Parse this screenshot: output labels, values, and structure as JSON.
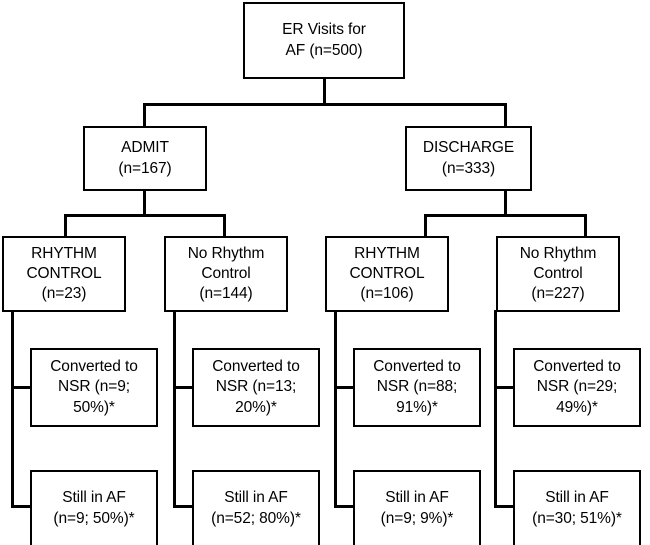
{
  "figure": {
    "type": "flowchart",
    "orientation": "top-down",
    "title_text": "",
    "footnote_marker": "*",
    "line_color": "#000000",
    "box_fill": "#ffffff",
    "text_color": "#000000"
  },
  "nodes": {
    "root": {
      "label": "ER Visits for\nAF (n=500)",
      "count": 500,
      "level": 1
    },
    "admit": {
      "label": "ADMIT\n(n=167)",
      "count": 167,
      "level": 2
    },
    "discharge": {
      "label": "DISCHARGE\n(n=333)",
      "count": 333,
      "level": 2
    },
    "admit_rhythm": {
      "label": "RHYTHM\nCONTROL\n(n=23)",
      "count": 23,
      "level": 3
    },
    "admit_no_rhythm": {
      "label": "No Rhythm\nControl\n(n=144)",
      "count": 144,
      "level": 3
    },
    "discharge_rhythm": {
      "label": "RHYTHM\nCONTROL\n(n=106)",
      "count": 106,
      "level": 3
    },
    "discharge_no_rhythm": {
      "label": "No Rhythm\nControl\n(n=227)",
      "count": 227,
      "level": 3
    },
    "admit_rhythm_nsr": {
      "label": "Converted to\nNSR (n=9;\n50%)*",
      "count": 9,
      "percent": 50,
      "level": 4
    },
    "admit_no_rhythm_nsr": {
      "label": "Converted to\nNSR (n=13;\n20%)*",
      "count": 13,
      "percent": 20,
      "level": 4
    },
    "discharge_rhythm_nsr": {
      "label": "Converted to\nNSR (n=88;\n91%)*",
      "count": 88,
      "percent": 91,
      "level": 4
    },
    "discharge_no_rhythm_nsr": {
      "label": "Converted to\nNSR (n=29;\n49%)*",
      "count": 29,
      "percent": 49,
      "level": 4
    },
    "admit_rhythm_af": {
      "label": "Still in AF\n(n=9; 50%)*",
      "count": 9,
      "percent": 50,
      "level": 5
    },
    "admit_no_rhythm_af": {
      "label": "Still in AF\n(n=52; 80%)*",
      "count": 52,
      "percent": 80,
      "level": 5
    },
    "discharge_rhythm_af": {
      "label": "Still in AF\n(n=9; 9%)*",
      "count": 9,
      "percent": 9,
      "level": 5
    },
    "discharge_no_rhythm_af": {
      "label": "Still in AF\n(n=30; 51%)*",
      "count": 30,
      "percent": 51,
      "level": 5
    }
  }
}
